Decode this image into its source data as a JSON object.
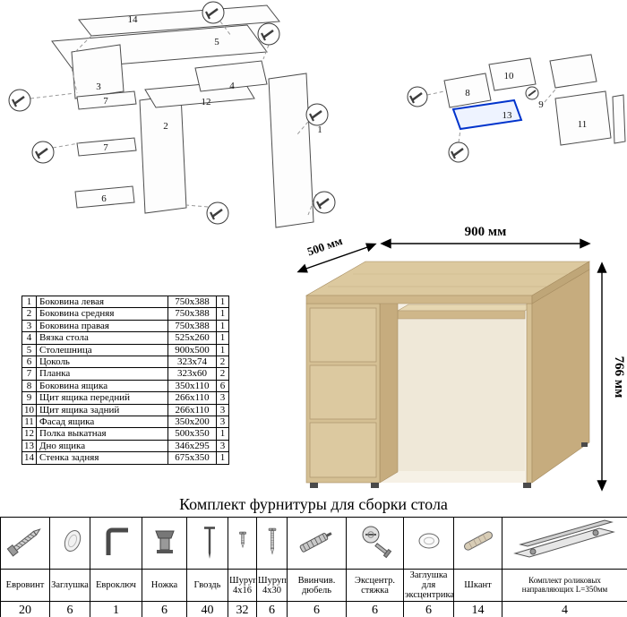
{
  "title": "Комплект фурнитуры для сборки стола",
  "parts_table": {
    "rows": [
      {
        "num": "1",
        "name": "Боковина левая",
        "size": "750x388",
        "qty": "1"
      },
      {
        "num": "2",
        "name": "Боковина средняя",
        "size": "750x388",
        "qty": "1"
      },
      {
        "num": "3",
        "name": "Боковина правая",
        "size": "750x388",
        "qty": "1"
      },
      {
        "num": "4",
        "name": "Вязка стола",
        "size": "525x260",
        "qty": "1"
      },
      {
        "num": "5",
        "name": "Столешница",
        "size": "900x500",
        "qty": "1"
      },
      {
        "num": "6",
        "name": "Цоколь",
        "size": "323x74",
        "qty": "2"
      },
      {
        "num": "7",
        "name": "Планка",
        "size": "323x60",
        "qty": "2"
      },
      {
        "num": "8",
        "name": "Боковина ящика",
        "size": "350x110",
        "qty": "6"
      },
      {
        "num": "9",
        "name": "Щит ящика передний",
        "size": "266x110",
        "qty": "3"
      },
      {
        "num": "10",
        "name": "Щит ящика задний",
        "size": "266x110",
        "qty": "3"
      },
      {
        "num": "11",
        "name": "Фасад ящика",
        "size": "350x200",
        "qty": "3"
      },
      {
        "num": "12",
        "name": "Полка выкатная",
        "size": "500x350",
        "qty": "1"
      },
      {
        "num": "13",
        "name": "Дно ящика",
        "size": "346x295",
        "qty": "3"
      },
      {
        "num": "14",
        "name": "Стенка задняя",
        "size": "675x350",
        "qty": "1"
      }
    ]
  },
  "desk": {
    "labels": {
      "width": "900 мм",
      "depth": "500 мм",
      "height": "766 мм"
    },
    "colors": {
      "top": "#dcc99f",
      "front": "#d5c094",
      "drawer": "#dcc9a0",
      "side": "#c6ac7e",
      "edge": "#cfb78a",
      "edge_dark": "#bfa678",
      "tray_top": "#e6d7b2",
      "opening": "#f6f1e6"
    }
  },
  "diagram_left": {
    "labels": [
      "14",
      "5",
      "3",
      "7",
      "7",
      "6",
      "2",
      "12",
      "4",
      "1"
    ]
  },
  "diagram_right": {
    "labels": [
      "8",
      "10",
      "9",
      "13",
      "11"
    ],
    "highlight_color": "#0033cc"
  },
  "hardware_table": {
    "columns": [
      {
        "icon": "euro-screw-icon",
        "label": "Евровинт",
        "qty": "20"
      },
      {
        "icon": "cap-icon",
        "label": "Заглушка",
        "qty": "6"
      },
      {
        "icon": "hex-key-icon",
        "label": "Евроключ",
        "qty": "1"
      },
      {
        "icon": "leg-icon",
        "label": "Ножка",
        "qty": "6"
      },
      {
        "icon": "nail-icon",
        "label": "Гвоздь",
        "qty": "40"
      },
      {
        "icon": "screw-short-icon",
        "label": "Шуруп 4x16",
        "qty": "32"
      },
      {
        "icon": "screw-long-icon",
        "label": "Шуруп 4x30",
        "qty": "6"
      },
      {
        "icon": "dowel-screw-icon",
        "label": "Ввинчив. дюбель",
        "qty": "6"
      },
      {
        "icon": "cam-lock-icon",
        "label": "Эксцентр. стяжка",
        "qty": "6"
      },
      {
        "icon": "cam-cap-icon",
        "label": "Заглушка для эксцентрика",
        "qty": "6"
      },
      {
        "icon": "dowel-icon",
        "label": "Шкант",
        "qty": "14"
      },
      {
        "icon": "drawer-slides-icon",
        "label": "Комплект роликовых направляющих L=350мм",
        "qty": "4"
      }
    ]
  }
}
